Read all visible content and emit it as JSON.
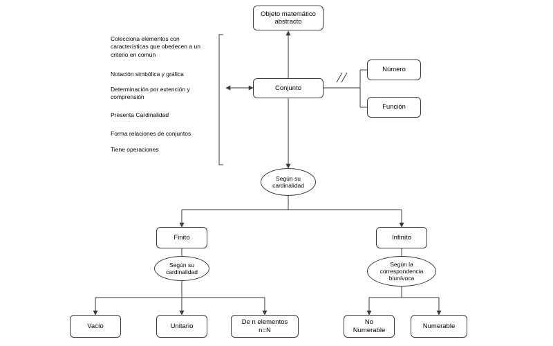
{
  "diagram": {
    "title_node": {
      "label": "Objeto matemático\nabstracto"
    },
    "central_node": {
      "label": "Conjunto"
    },
    "right_nodes": [
      {
        "label": "Número"
      },
      {
        "label": "Función"
      }
    ],
    "features_list": [
      "Colecciona elementos con\ncaracterísticas que obedecen a un\ncriterio en común",
      "Notación simbólica y gráfica",
      "Determinación por extención y\ncomprensión",
      "Presenta Cardinalidad",
      "Forma relaciones de conjuntos",
      "Tiene operaciones"
    ],
    "cardinality_node": {
      "label": "Según su\ncardinalidad"
    },
    "branch_nodes": [
      {
        "label": "Finito"
      },
      {
        "label": "Infinito"
      }
    ],
    "finite_criterion": {
      "label": "Según su\ncardinalidad"
    },
    "infinite_criterion": {
      "label": "Según la\ncorrespondencia\nbiunívoca"
    },
    "finite_leaves": [
      {
        "label": "Vacío"
      },
      {
        "label": "Unitario"
      },
      {
        "label": "De n elementos\nn=N"
      }
    ],
    "infinite_leaves": [
      {
        "label": "No\nNumerable"
      },
      {
        "label": "Numerable"
      }
    ],
    "colors": {
      "stroke": "#3a3a3a",
      "text": "#000000",
      "background": "#ffffff"
    }
  }
}
